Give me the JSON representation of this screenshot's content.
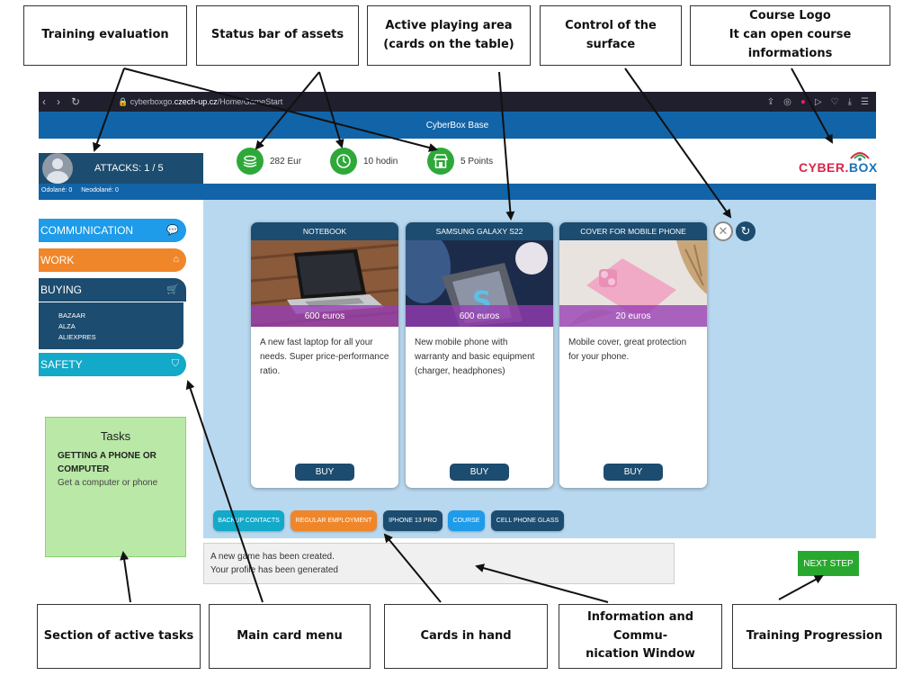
{
  "annotations": {
    "training_evaluation": "Training evaluation",
    "status_bar": "Status bar of assets",
    "play_area_line1": "Active playing area",
    "play_area_line2": "(cards on the table)",
    "control_surface": "Control of the surface",
    "course_logo_line1": "Course Logo",
    "course_logo_line2": "It can open course informations",
    "active_tasks": "Section of active tasks",
    "main_menu": "Main card menu",
    "cards_in_hand": "Cards in hand",
    "info_window_line1": "Information and Commu-",
    "info_window_line2": "nication Window",
    "training_progression": "Training Progression"
  },
  "browser": {
    "url_prefix": "cyberboxgo.",
    "url_domain": "czech-up.cz",
    "url_path": "/Home/GameStart"
  },
  "app": {
    "title": "CyberBox Base",
    "logo_part1": "CYBER.",
    "logo_part2": "BOX"
  },
  "profile": {
    "attacks": "ATTACKS: 1 / 5",
    "resisted": "Odolané: 0",
    "unresisted": "Neodolané: 0"
  },
  "status": {
    "money": "282 Eur",
    "time": "10 hodin",
    "points": "5 Points"
  },
  "menu": {
    "communication": "COMMUNICATION",
    "work": "WORK",
    "buying": "BUYING",
    "buying_sub": [
      "BAZAAR",
      "ALZA",
      "ALIEXPRES"
    ],
    "safety": "SAFETY"
  },
  "tasks": {
    "title": "Tasks",
    "name": "GETTING A PHONE OR COMPUTER",
    "description": "Get a computer or phone"
  },
  "cards": [
    {
      "title": "NOTEBOOK",
      "price": "600 euros",
      "description": "A new fast laptop for all your needs. Super price-performance ratio.",
      "action": "BUY"
    },
    {
      "title": "SAMSUNG GALAXY S22",
      "price": "600 euros",
      "description": "New mobile phone with warranty and basic equipment (charger, headphones)",
      "action": "BUY"
    },
    {
      "title": "COVER FOR MOBILE PHONE",
      "price": "20 euros",
      "description": "Mobile cover, great protection for your phone.",
      "action": "BUY"
    }
  ],
  "hand": [
    "BACKUP CONTACTS",
    "REGULAR EMPLOYMENT",
    "IPHONE 13 PRO",
    "COURSE",
    "CELL PHONE GLASS"
  ],
  "info": {
    "line1": "A new game has been created.",
    "line2": "Your profile has been generated"
  },
  "next_step": "NEXT STEP",
  "colors": {
    "primary": "#1264a8",
    "dark": "#1c4c6f",
    "communication": "#1e9be9",
    "work": "#f0862a",
    "safety": "#13a9c9",
    "green": "#29a82f",
    "play_area": "#b8d8ef",
    "price_overlay": "#963cb4"
  }
}
